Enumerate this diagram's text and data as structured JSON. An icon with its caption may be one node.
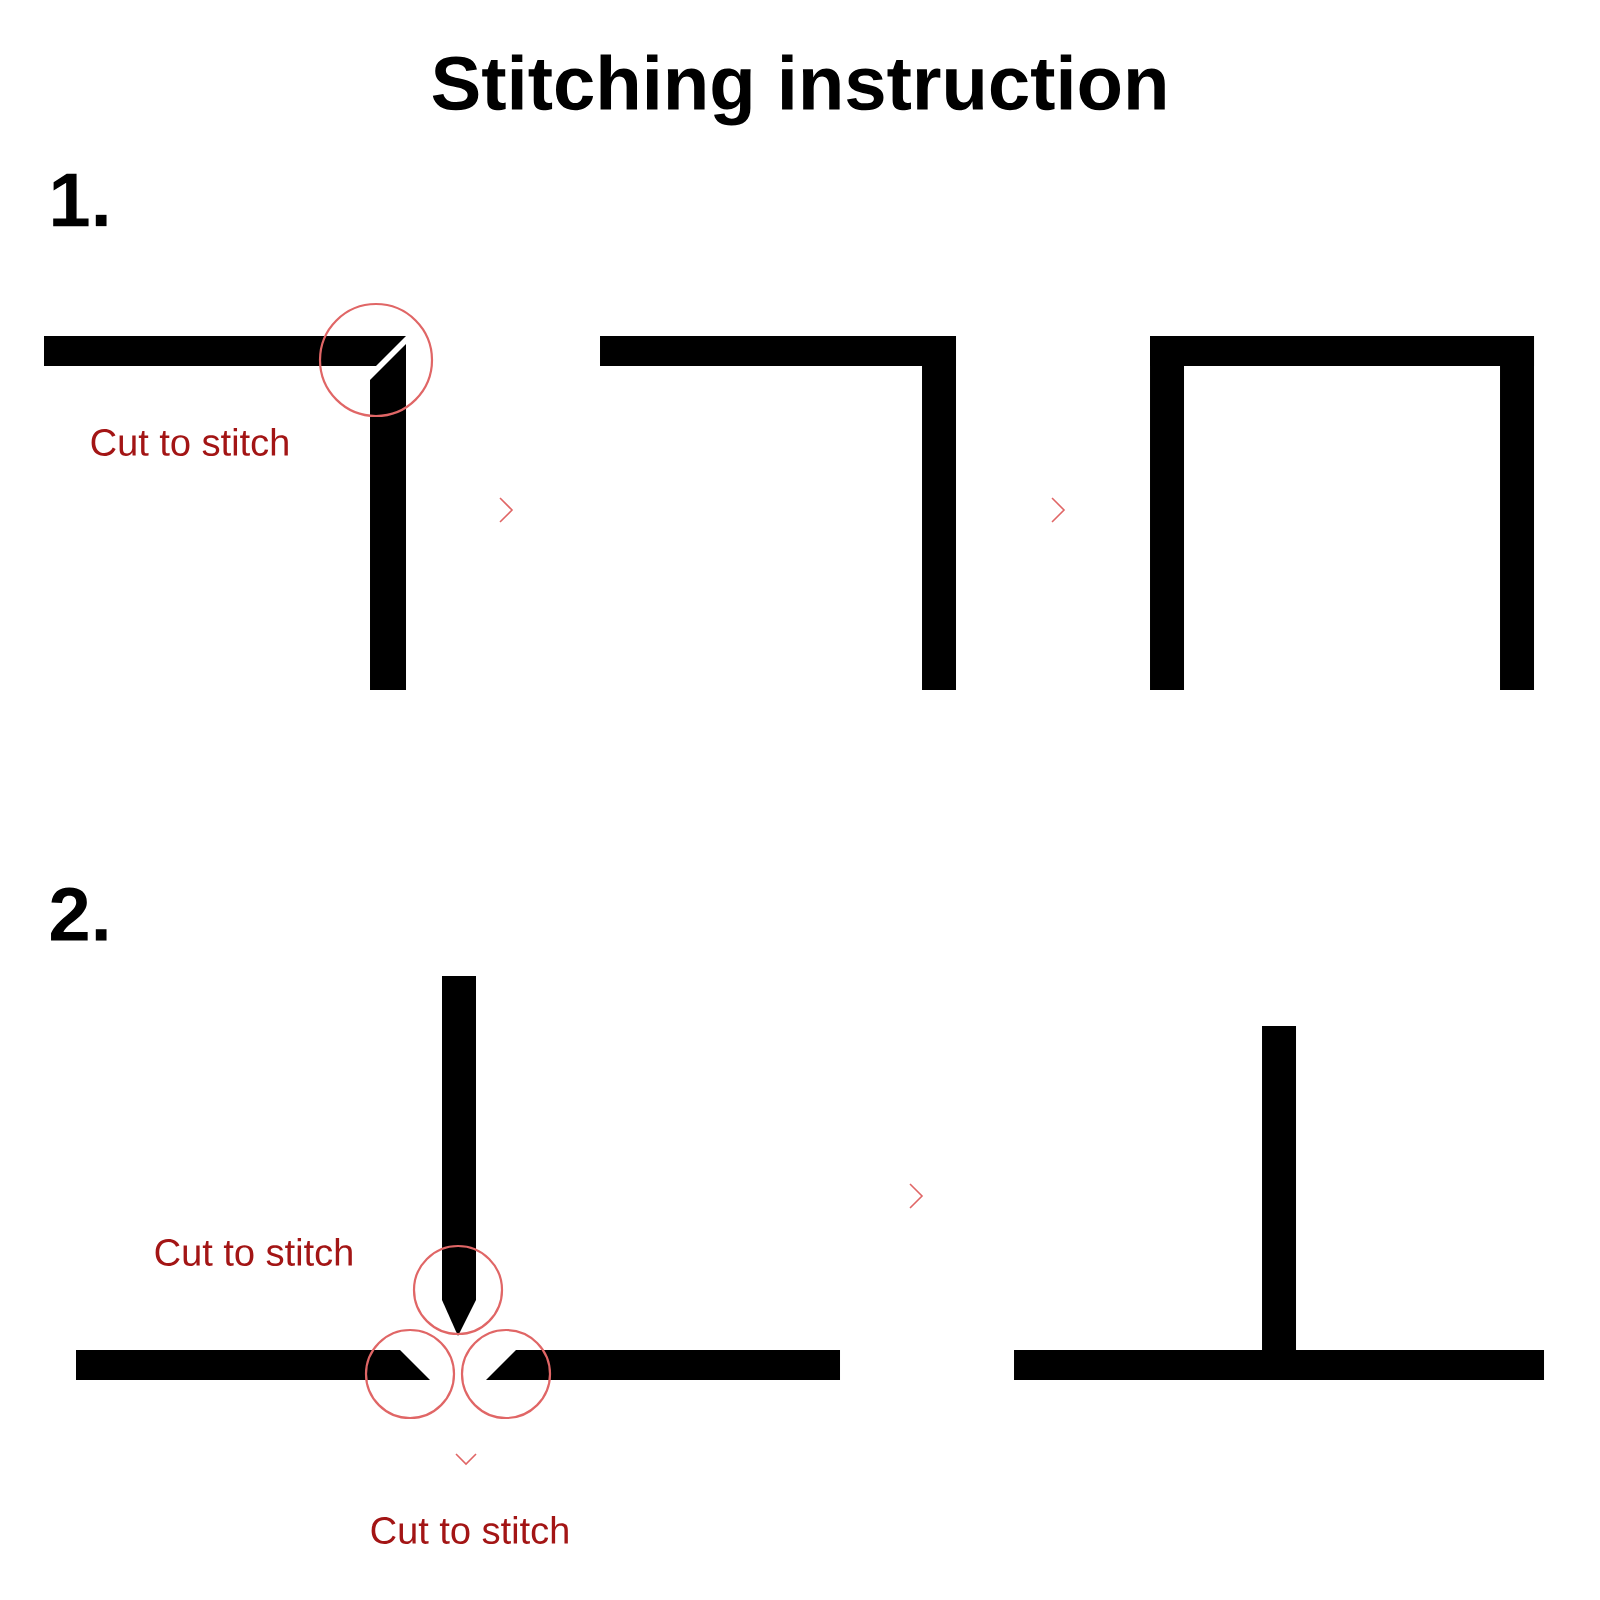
{
  "diagram": {
    "title": "Stitching instruction",
    "nodes": [
      {
        "text": [],
        "shape": "picture"
      },
      {
        "text": [],
        "shape": "picture"
      },
      {
        "text": [],
        "shape": "picture"
      },
      {
        "text": [],
        "shape": "picture"
      },
      {
        "text": [],
        "shape": "picture"
      }
    ],
    "labels": [
      "1.",
      "Cut to stitch",
      "2.",
      "Cut to stitch",
      "Cut to stitch"
    ]
  }
}
